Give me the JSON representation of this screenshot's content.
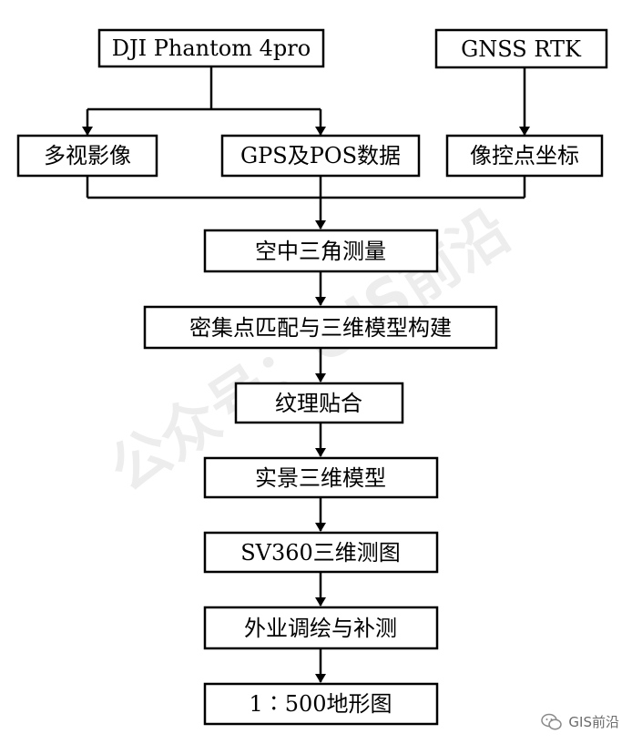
{
  "nodes": {
    "dji": "DJI Phantom 4pro",
    "gnss": "GNSS RTK",
    "images": "多视影像",
    "gps": "GPS及POS数据",
    "gcp": "像控点坐标",
    "aerotri": "空中三角测量",
    "dense": "密集点匹配与三维模型构建",
    "texture": "纹理贴合",
    "model": "实景三维模型",
    "sv360": "SV360三维测图",
    "field": "外业调绘与补测",
    "map": "1∶500地形图"
  },
  "watermark": "公众号：GIS前沿",
  "brand": {
    "icon": "wechat-icon",
    "label": "GIS前沿"
  }
}
